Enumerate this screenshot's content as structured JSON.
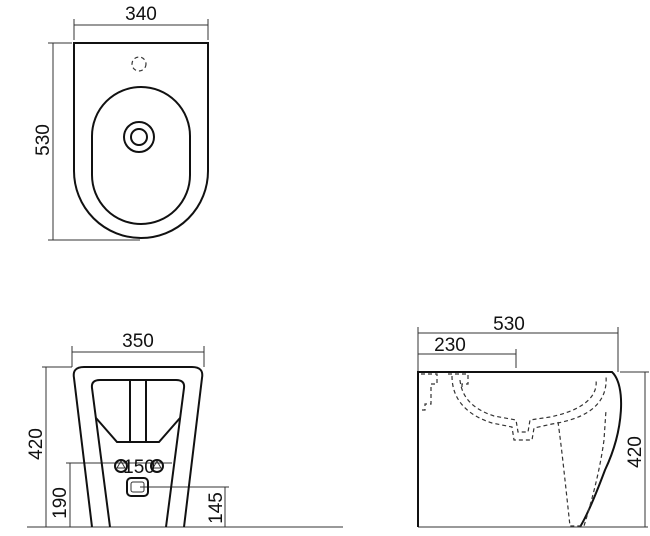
{
  "top_view": {
    "width_label": "340",
    "depth_label": "530"
  },
  "front_view": {
    "width_label": "350",
    "height_label": "420",
    "inlet_height_label": "190",
    "outlet_height_label": "145",
    "spacing_label": "150"
  },
  "side_view": {
    "depth_label": "530",
    "offset_label": "230",
    "height_label": "420"
  }
}
